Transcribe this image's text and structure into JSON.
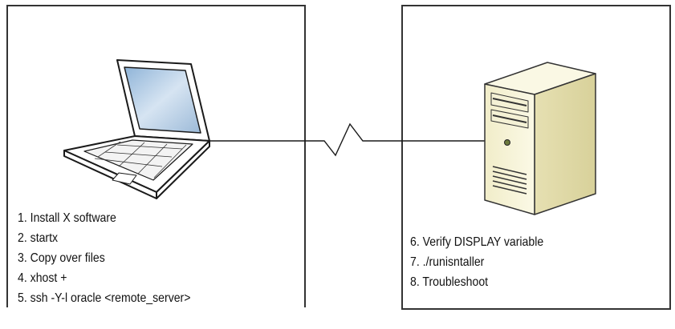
{
  "client": {
    "steps": [
      "1. Install X software",
      "2. startx",
      "3. Copy over files",
      "4. xhost +",
      "5. ssh -Y-l oracle <remote_server>"
    ]
  },
  "server": {
    "steps": [
      "6. Verify DISPLAY variable",
      "7. ./runisntaller",
      "8. Troubleshoot"
    ]
  },
  "icons": {
    "client": "laptop-icon",
    "server": "tower-server-icon",
    "link": "network-zigzag-connector"
  }
}
